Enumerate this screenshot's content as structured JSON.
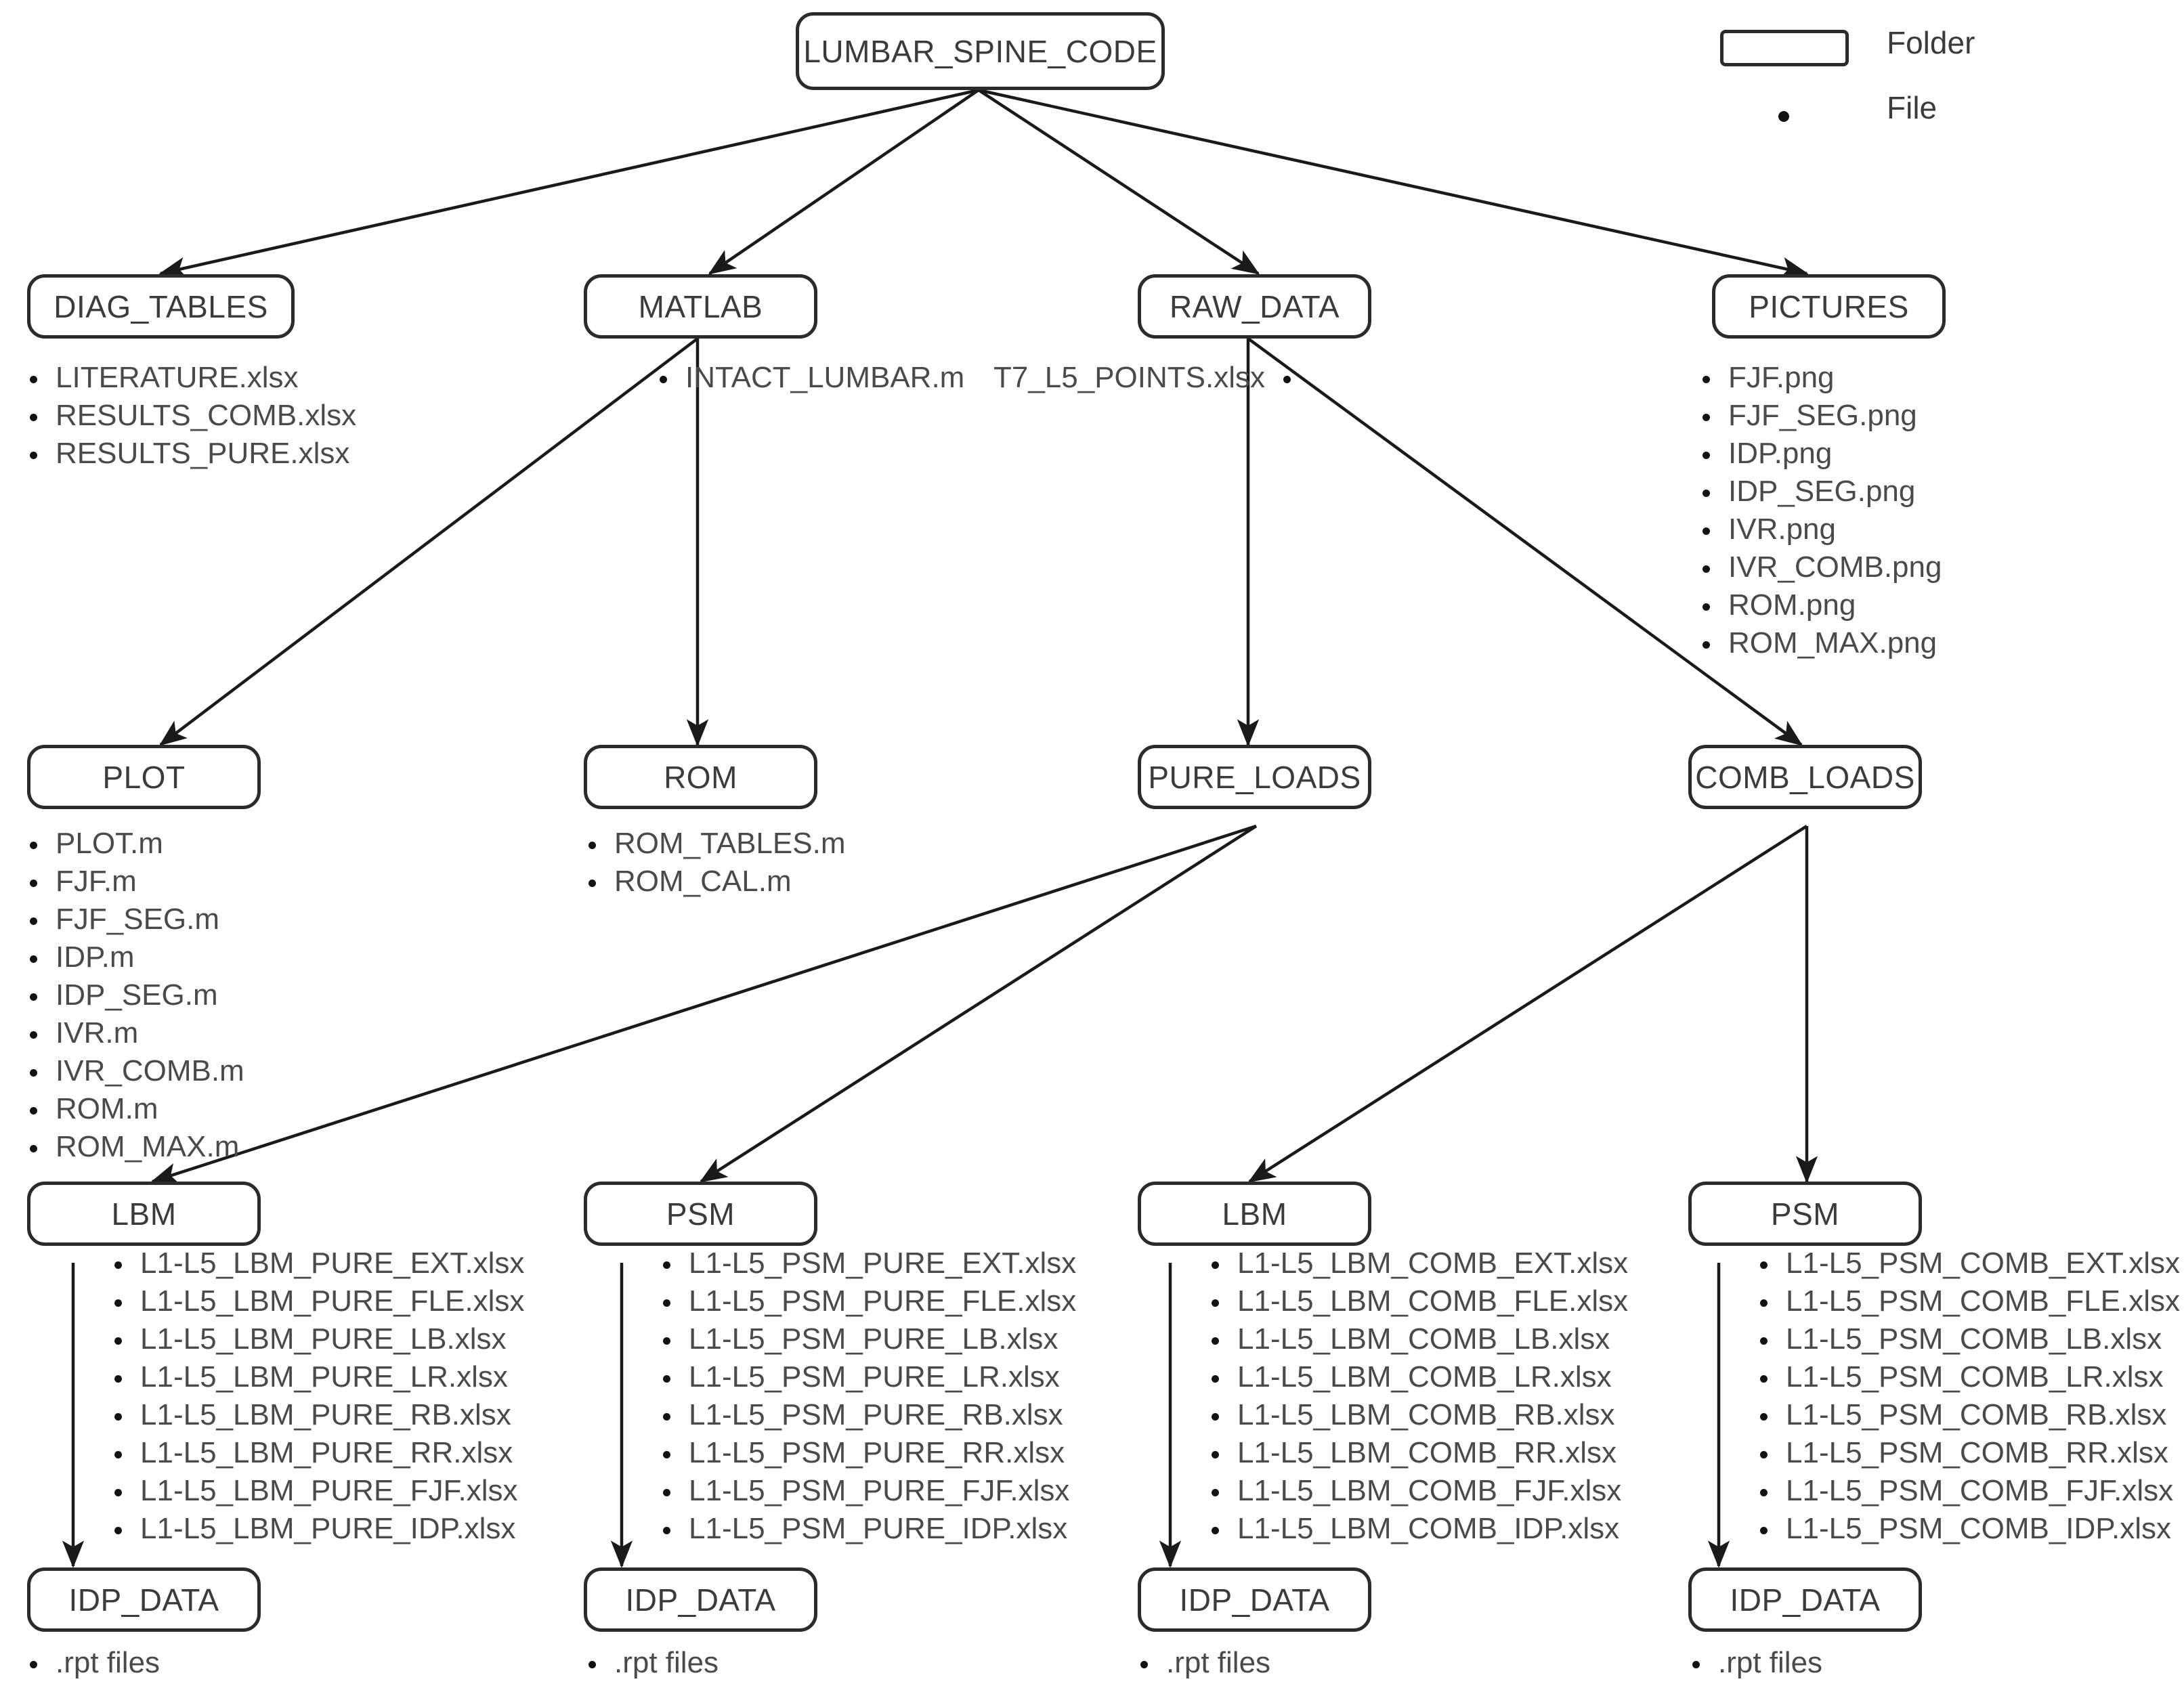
{
  "legend": {
    "folder_label": "Folder",
    "file_label": "File",
    "folder_icon": "rounded-rectangle-icon",
    "file_icon": "bullet-dot-icon"
  },
  "colors": {
    "node_border": "#2b2b2b",
    "text": "#3b3b3b",
    "edge": "#1a1a1a",
    "background": "#ffffff"
  },
  "nodes": {
    "root": {
      "label": "LUMBAR_SPINE_CODE"
    },
    "diag_tables": {
      "label": "DIAG_TABLES"
    },
    "matlab": {
      "label": "MATLAB"
    },
    "raw_data": {
      "label": "RAW_DATA"
    },
    "pictures": {
      "label": "PICTURES"
    },
    "plot": {
      "label": "PLOT"
    },
    "rom": {
      "label": "ROM"
    },
    "pure_loads": {
      "label": "PURE_LOADS"
    },
    "comb_loads": {
      "label": "COMB_LOADS"
    },
    "lbm_pure": {
      "label": "LBM"
    },
    "psm_pure": {
      "label": "PSM"
    },
    "lbm_comb": {
      "label": "LBM"
    },
    "psm_comb": {
      "label": "PSM"
    },
    "idp_data_1": {
      "label": "IDP_DATA"
    },
    "idp_data_2": {
      "label": "IDP_DATA"
    },
    "idp_data_3": {
      "label": "IDP_DATA"
    },
    "idp_data_4": {
      "label": "IDP_DATA"
    }
  },
  "files": {
    "diag_tables": [
      "LITERATURE.xlsx",
      "RESULTS_COMB.xlsx",
      "RESULTS_PURE.xlsx"
    ],
    "matlab": [
      "INTACT_LUMBAR.m"
    ],
    "raw_data": [
      "T7_L5_POINTS.xlsx"
    ],
    "pictures": [
      "FJF.png",
      "FJF_SEG.png",
      "IDP.png",
      "IDP_SEG.png",
      "IVR.png",
      "IVR_COMB.png",
      "ROM.png",
      "ROM_MAX.png"
    ],
    "plot": [
      "PLOT.m",
      "FJF.m",
      "FJF_SEG.m",
      "IDP.m",
      "IDP_SEG.m",
      "IVR.m",
      "IVR_COMB.m",
      "ROM.m",
      "ROM_MAX.m"
    ],
    "rom": [
      "ROM_TABLES.m",
      "ROM_CAL.m"
    ],
    "lbm_pure": [
      "L1-L5_LBM_PURE_EXT.xlsx",
      "L1-L5_LBM_PURE_FLE.xlsx",
      "L1-L5_LBM_PURE_LB.xlsx",
      "L1-L5_LBM_PURE_LR.xlsx",
      "L1-L5_LBM_PURE_RB.xlsx",
      "L1-L5_LBM_PURE_RR.xlsx",
      "L1-L5_LBM_PURE_FJF.xlsx",
      "L1-L5_LBM_PURE_IDP.xlsx"
    ],
    "psm_pure": [
      "L1-L5_PSM_PURE_EXT.xlsx",
      "L1-L5_PSM_PURE_FLE.xlsx",
      "L1-L5_PSM_PURE_LB.xlsx",
      "L1-L5_PSM_PURE_LR.xlsx",
      "L1-L5_PSM_PURE_RB.xlsx",
      "L1-L5_PSM_PURE_RR.xlsx",
      "L1-L5_PSM_PURE_FJF.xlsx",
      "L1-L5_PSM_PURE_IDP.xlsx"
    ],
    "lbm_comb": [
      "L1-L5_LBM_COMB_EXT.xlsx",
      "L1-L5_LBM_COMB_FLE.xlsx",
      "L1-L5_LBM_COMB_LB.xlsx",
      "L1-L5_LBM_COMB_LR.xlsx",
      "L1-L5_LBM_COMB_RB.xlsx",
      "L1-L5_LBM_COMB_RR.xlsx",
      "L1-L5_LBM_COMB_FJF.xlsx",
      "L1-L5_LBM_COMB_IDP.xlsx"
    ],
    "psm_comb": [
      "L1-L5_PSM_COMB_EXT.xlsx",
      "L1-L5_PSM_COMB_FLE.xlsx",
      "L1-L5_PSM_COMB_LB.xlsx",
      "L1-L5_PSM_COMB_LR.xlsx",
      "L1-L5_PSM_COMB_RB.xlsx",
      "L1-L5_PSM_COMB_RR.xlsx",
      "L1-L5_PSM_COMB_FJF.xlsx",
      "L1-L5_PSM_COMB_IDP.xlsx"
    ],
    "idp_data_1": [
      ".rpt files"
    ],
    "idp_data_2": [
      ".rpt files"
    ],
    "idp_data_3": [
      ".rpt files"
    ],
    "idp_data_4": [
      ".rpt files"
    ]
  },
  "edges": [
    {
      "from": "root",
      "to": "diag_tables"
    },
    {
      "from": "root",
      "to": "matlab"
    },
    {
      "from": "root",
      "to": "raw_data"
    },
    {
      "from": "root",
      "to": "pictures"
    },
    {
      "from": "matlab",
      "to": "plot"
    },
    {
      "from": "matlab",
      "to": "rom"
    },
    {
      "from": "raw_data",
      "to": "pure_loads"
    },
    {
      "from": "raw_data",
      "to": "comb_loads"
    },
    {
      "from": "pure_loads",
      "to": "lbm_pure"
    },
    {
      "from": "pure_loads",
      "to": "psm_pure"
    },
    {
      "from": "comb_loads",
      "to": "lbm_comb"
    },
    {
      "from": "comb_loads",
      "to": "psm_comb"
    },
    {
      "from": "lbm_pure",
      "to": "idp_data_1"
    },
    {
      "from": "psm_pure",
      "to": "idp_data_2"
    },
    {
      "from": "lbm_comb",
      "to": "idp_data_3"
    },
    {
      "from": "psm_comb",
      "to": "idp_data_4"
    }
  ]
}
